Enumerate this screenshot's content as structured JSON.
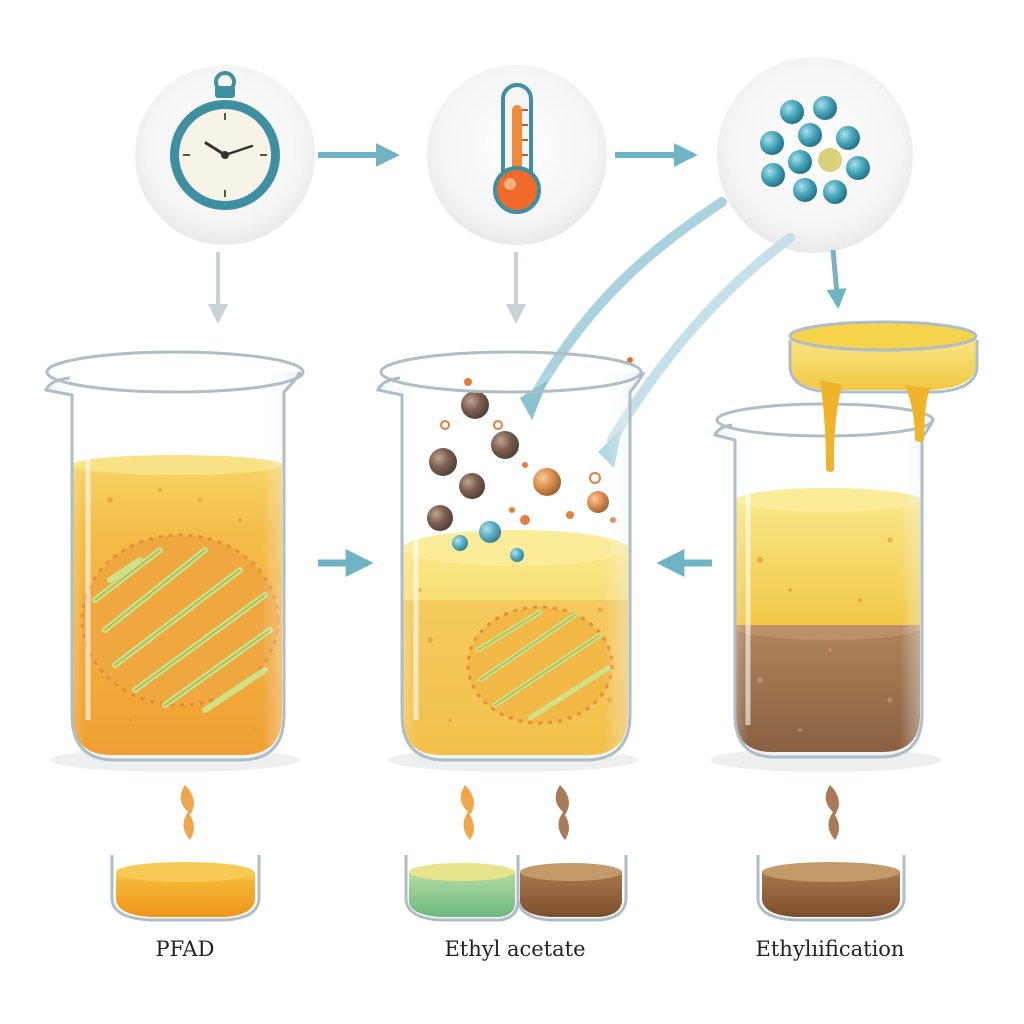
{
  "diagram": {
    "top_icons": [
      "stopwatch-icon",
      "thermometer-icon",
      "catalyst-beads-icon"
    ],
    "captions": {
      "left": "PFAD",
      "middle": "Ethyl acetate",
      "right": "Ethylıification"
    },
    "colors": {
      "arrow": "#6fb4c4",
      "liquid_orange": "#f0a020",
      "liquid_yellow": "#f2cf3c",
      "liquid_brown": "#8c5a32",
      "liquid_green": "#7cc28c",
      "fiber_green": "#c9de7a",
      "bead_teal": "#3d9fb5",
      "bead_brown": "#6b4a3a"
    }
  }
}
